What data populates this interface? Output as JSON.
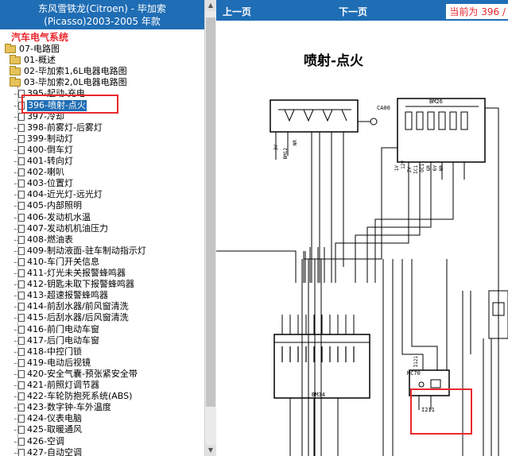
{
  "header": {
    "title_line1": "东风雪铁龙(Citroen) - 毕加索",
    "title_line2": "(Picasso)2003-2005 年款"
  },
  "section_title": "汽车电气系统",
  "tree": [
    {
      "label": "07-电路图",
      "type": "folder",
      "indent": 0
    },
    {
      "label": "01-概述",
      "type": "folder",
      "indent": 1
    },
    {
      "label": "02-毕加索1,6L电器电路图",
      "type": "folder",
      "indent": 1
    },
    {
      "label": "03-毕加索2,0L电器电路图",
      "type": "folder",
      "indent": 1
    },
    {
      "label": "395-起动-充电",
      "type": "doc",
      "indent": 2
    },
    {
      "label": "396-喷射-点火",
      "type": "doc",
      "indent": 2,
      "selected": true
    },
    {
      "label": "397-冷却",
      "type": "doc",
      "indent": 2
    },
    {
      "label": "398-前雾灯-后雾灯",
      "type": "doc",
      "indent": 2
    },
    {
      "label": "399-制动灯",
      "type": "doc",
      "indent": 2
    },
    {
      "label": "400-倒车灯",
      "type": "doc",
      "indent": 2
    },
    {
      "label": "401-转向灯",
      "type": "doc",
      "indent": 2
    },
    {
      "label": "402-喇叭",
      "type": "doc",
      "indent": 2
    },
    {
      "label": "403-位置灯",
      "type": "doc",
      "indent": 2
    },
    {
      "label": "404-近光灯-远光灯",
      "type": "doc",
      "indent": 2
    },
    {
      "label": "405-内部照明",
      "type": "doc",
      "indent": 2
    },
    {
      "label": "406-发动机水温",
      "type": "doc",
      "indent": 2
    },
    {
      "label": "407-发动机机油压力",
      "type": "doc",
      "indent": 2
    },
    {
      "label": "408-燃油表",
      "type": "doc",
      "indent": 2
    },
    {
      "label": "409-制动液面-驻车制动指示灯",
      "type": "doc",
      "indent": 2
    },
    {
      "label": "410-车门开关信息",
      "type": "doc",
      "indent": 2
    },
    {
      "label": "411-灯光未关报警蜂鸣器",
      "type": "doc",
      "indent": 2
    },
    {
      "label": "412-钥匙未取下报警蜂鸣器",
      "type": "doc",
      "indent": 2
    },
    {
      "label": "413-超速报警蜂鸣器",
      "type": "doc",
      "indent": 2
    },
    {
      "label": "414-前刮水器/前风窗清洗",
      "type": "doc",
      "indent": 2
    },
    {
      "label": "415-后刮水器/后风窗清洗",
      "type": "doc",
      "indent": 2
    },
    {
      "label": "416-前门电动车窗",
      "type": "doc",
      "indent": 2
    },
    {
      "label": "417-后门电动车窗",
      "type": "doc",
      "indent": 2
    },
    {
      "label": "418-中控门锁",
      "type": "doc",
      "indent": 2
    },
    {
      "label": "419-电动后视镜",
      "type": "doc",
      "indent": 2
    },
    {
      "label": "420-安全气囊-预张紧安全带",
      "type": "doc",
      "indent": 2
    },
    {
      "label": "421-前照灯调节器",
      "type": "doc",
      "indent": 2
    },
    {
      "label": "422-车轮防抱死系统(ABS)",
      "type": "doc",
      "indent": 2
    },
    {
      "label": "423-数字钟-车外温度",
      "type": "doc",
      "indent": 2
    },
    {
      "label": "424-仪表电脑",
      "type": "doc",
      "indent": 2
    },
    {
      "label": "425-取暖通风",
      "type": "doc",
      "indent": 2
    },
    {
      "label": "426-空调",
      "type": "doc",
      "indent": 2
    },
    {
      "label": "427-自动空调",
      "type": "doc",
      "indent": 2
    }
  ],
  "nav": {
    "prev": "上一页",
    "next": "下一页",
    "page_indicator": "当前为 396 /"
  },
  "diagram": {
    "title": "喷射-点火",
    "labels": {
      "ca00": "CA00",
      "bm26": "BM26",
      "bm12": "BM12",
      "bm34": "BM34",
      "mc70": "MC70",
      "i211": "I211",
      "i121": "I121",
      "v3": "3V",
      "nr": "NR",
      "l1": "1V",
      "l2": "12V",
      "l3": "ZV",
      "l4": "IC1",
      "l5": "OC1",
      "l6": "GR",
      "l7": "6V",
      "l8": "NR"
    }
  },
  "colors": {
    "accent": "#1f6db4",
    "highlight": "#e8282e",
    "folder": "#e6c25a"
  }
}
